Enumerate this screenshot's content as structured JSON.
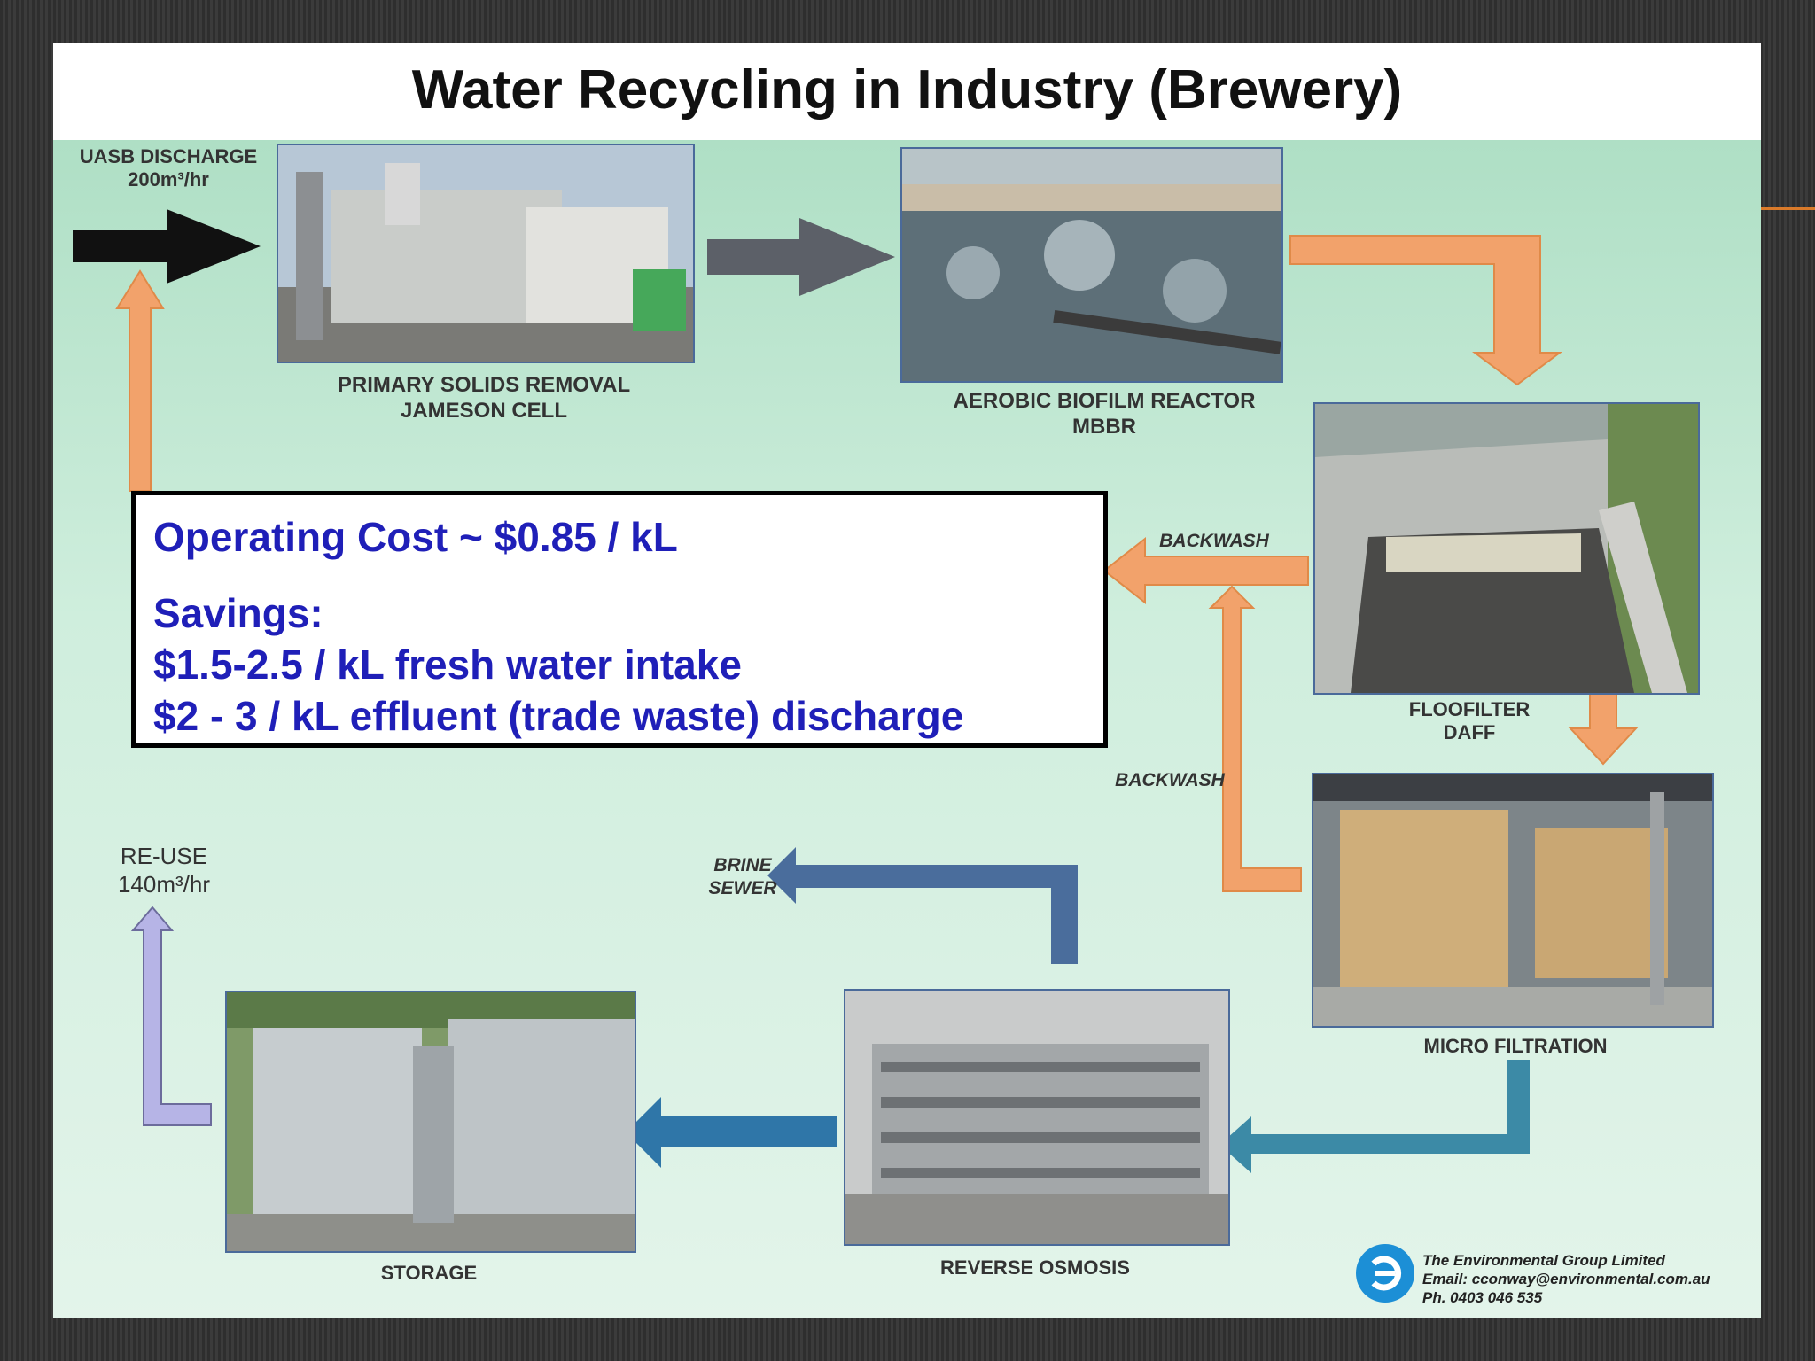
{
  "slide": {
    "title": "Water Recycling in Industry (Brewery)",
    "accent_color": "#d97a2a"
  },
  "flow": {
    "inflow": {
      "line1": "UASB DISCHARGE",
      "line2": "200m³/hr"
    },
    "outflow": {
      "line1": "RE-USE",
      "line2": "140m³/hr"
    },
    "stages": {
      "primary": {
        "line1": "PRIMARY SOLIDS REMOVAL",
        "line2": "JAMESON CELL"
      },
      "aerobic": {
        "line1": "AEROBIC BIOFILM REACTOR",
        "line2": "MBBR"
      },
      "floofilter": {
        "line1": "FLOOFILTER",
        "line2": "DAFF"
      },
      "micro": {
        "line1": "MICRO FILTRATION"
      },
      "ro": {
        "line1": "REVERSE OSMOSIS"
      },
      "storage": {
        "line1": "STORAGE"
      }
    },
    "backwash_upper": "BACKWASH",
    "backwash_lower": "BACKWASH",
    "brine": {
      "line1": "BRINE",
      "line2": "SEWER"
    }
  },
  "cost_box": {
    "operating": "Operating Cost ~ $0.85 / kL",
    "savings_heading": "Savings:",
    "saving_1": "$1.5-2.5 / kL fresh water intake",
    "saving_2": "$2 - 3 / kL effluent (trade waste) discharge"
  },
  "footer": {
    "company": "The Environmental Group Limited",
    "email": "Email: cconway@environmental.com.au",
    "phone": "Ph. 0403 046 535"
  },
  "colors": {
    "cost_text": "#1f1fb8",
    "orange_arrow": "#f2a26b",
    "blue_arrow": "#4a6d9c",
    "teal_arrow": "#3c8aa6"
  }
}
